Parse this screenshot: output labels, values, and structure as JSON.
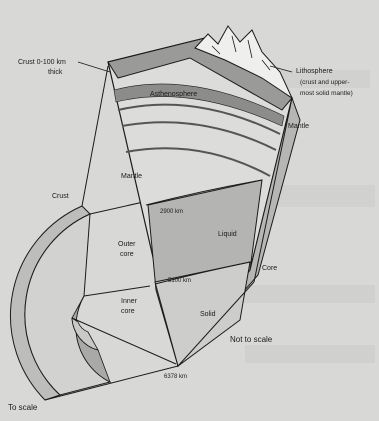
{
  "labels": {
    "crust_depth_l1": "Crust 0-100 km",
    "crust_depth_l2": "thick",
    "lithosphere_l1": "Lithosphere",
    "lithosphere_l2": "(crust and upper-",
    "lithosphere_l3": "most solid mantle)",
    "asthenosphere": "Asthenosphere",
    "mantle_right": "Mantle",
    "mantle_left": "Mantle",
    "crust": "Crust",
    "depth_2900": "2900 km",
    "liquid": "Liquid",
    "outer_core_l1": "Outer",
    "outer_core_l2": "core",
    "depth_5100": "5100 km",
    "core": "Core",
    "inner_core_l1": "Inner",
    "inner_core_l2": "core",
    "solid": "Solid",
    "not_to_scale": "Not to scale",
    "depth_6378": "6378 km",
    "to_scale": "To scale"
  },
  "colors": {
    "background": "#d8d8d6",
    "ink": "#1b1b1b",
    "mantle_band_dark": "#8c8c8a",
    "outer_core_fill": "#a9a9a7",
    "inner_core_fill": "#c9c9c7",
    "ghost_text": "#c2c2c0"
  }
}
